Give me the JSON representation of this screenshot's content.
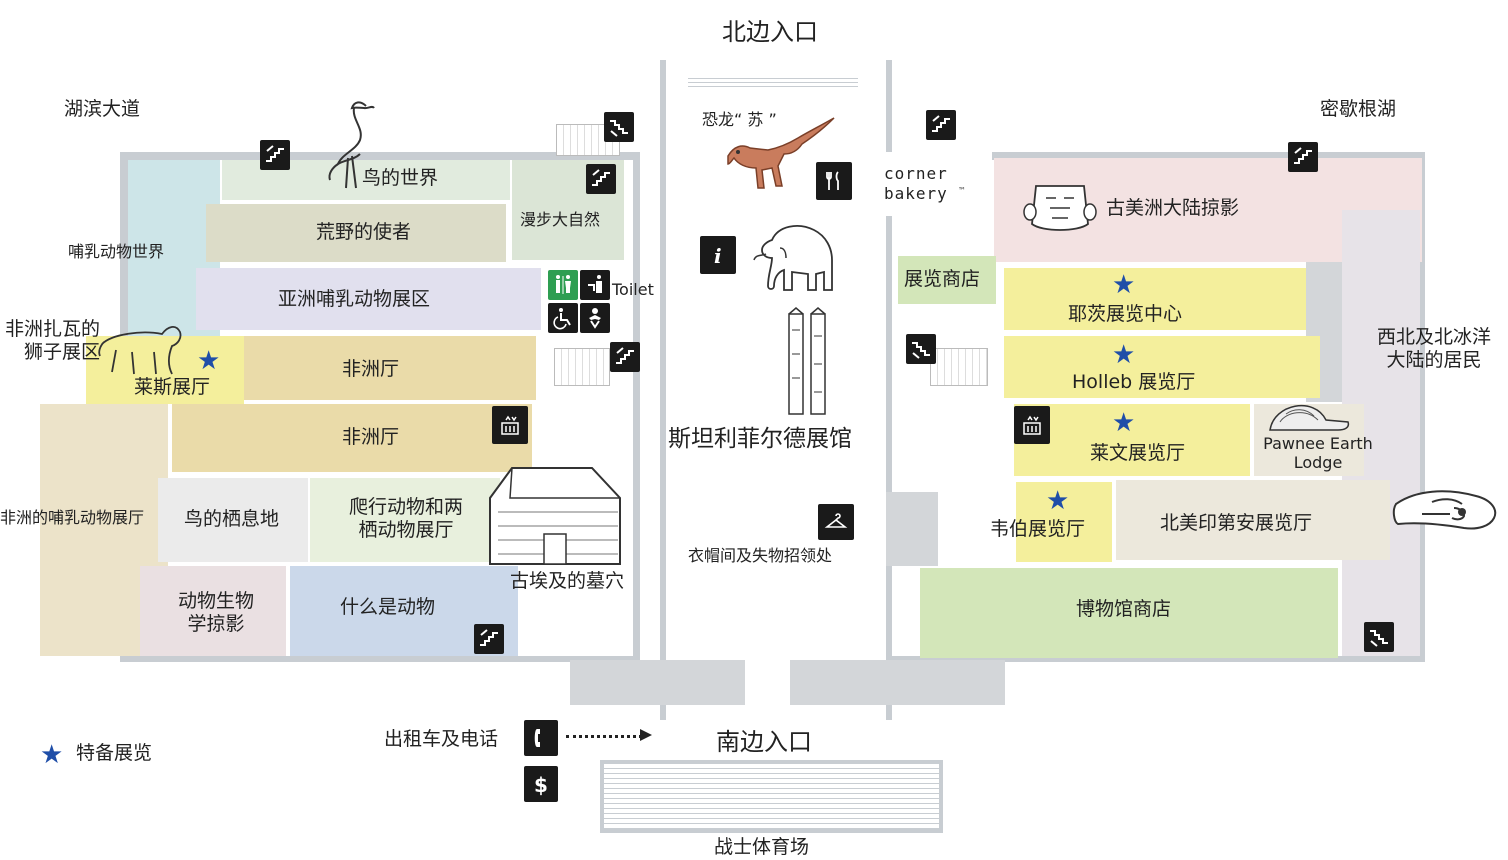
{
  "entrances": {
    "north": "北边入口",
    "south": "南边入口",
    "bottom": "战士体育场"
  },
  "roads": {
    "left": "湖滨大道",
    "right": "密歇根湖"
  },
  "legend": {
    "special_exhibit": "特备展览"
  },
  "west_wing": {
    "bird_world": "鸟的世界",
    "wilderness": "荒野的使者",
    "nature_walk": "漫步大自然",
    "mammals_world": "哺乳动物世界",
    "asian_mammals": "亚洲哺乳动物展区",
    "tsavo_lions": "非洲扎瓦的\n狮子展区",
    "rice_hall": "莱斯展厅",
    "africa_1": "非洲厅",
    "africa_2": "非洲厅",
    "african_mammals": "非洲的哺乳动物展厅",
    "bird_habitat": "鸟的栖息地",
    "reptiles": "爬行动物和两\n栖动物展厅",
    "biology": "动物生物\n学掠影",
    "what_is_animal": "什么是动物",
    "egypt_tomb": "古埃及的墓穴",
    "toilet": "Toilet"
  },
  "center": {
    "sue": "恐龙“ 苏 ”",
    "hall": "斯坦利菲尔德展馆",
    "coat_check": "衣帽间及失物招领处",
    "taxi_phone": "出租车及电话"
  },
  "east_wing": {
    "bakery_line1": "corner",
    "bakery_line2": "bakery",
    "bakery_tm": "™",
    "ancient_americas": "古美洲大陆掠影",
    "exhibit_shop": "展览商店",
    "yes_center": "耶茨展览中心",
    "holleb": "Holleb 展览厅",
    "lewin": "莱文展览厅",
    "pawnee": "Pawnee Earth\nLodge",
    "webber": "韦伯展览厅",
    "native_north_america": "北美印第安展览厅",
    "northwest_arctic": "西北及北冰洋\n大陆的居民",
    "museum_store": "博物馆商店"
  },
  "colors": {
    "teal": "#cde5e8",
    "mint": "#e1ebde",
    "khaki": "#dcdcc8",
    "lavender": "#e1e0ee",
    "yellow": "#f4ef9c",
    "tan": "#eadba9",
    "beige": "#ece3c9",
    "lightgrey": "#ebebeb",
    "lightgreen": "#e8f0dd",
    "pink": "#eae0e2",
    "blue": "#cbd8ea",
    "salmon": "#f3e2e2",
    "green": "#d3e6b9",
    "wall": "#c8cdd2",
    "star": "#1f4ea8"
  },
  "icons": [
    "stairs-icon",
    "elevator-icon",
    "restaurant-icon",
    "info-icon",
    "coat-check-icon",
    "phone-icon",
    "atm-icon",
    "restroom-icon",
    "family-restroom-icon",
    "accessible-icon",
    "baby-changing-icon"
  ]
}
